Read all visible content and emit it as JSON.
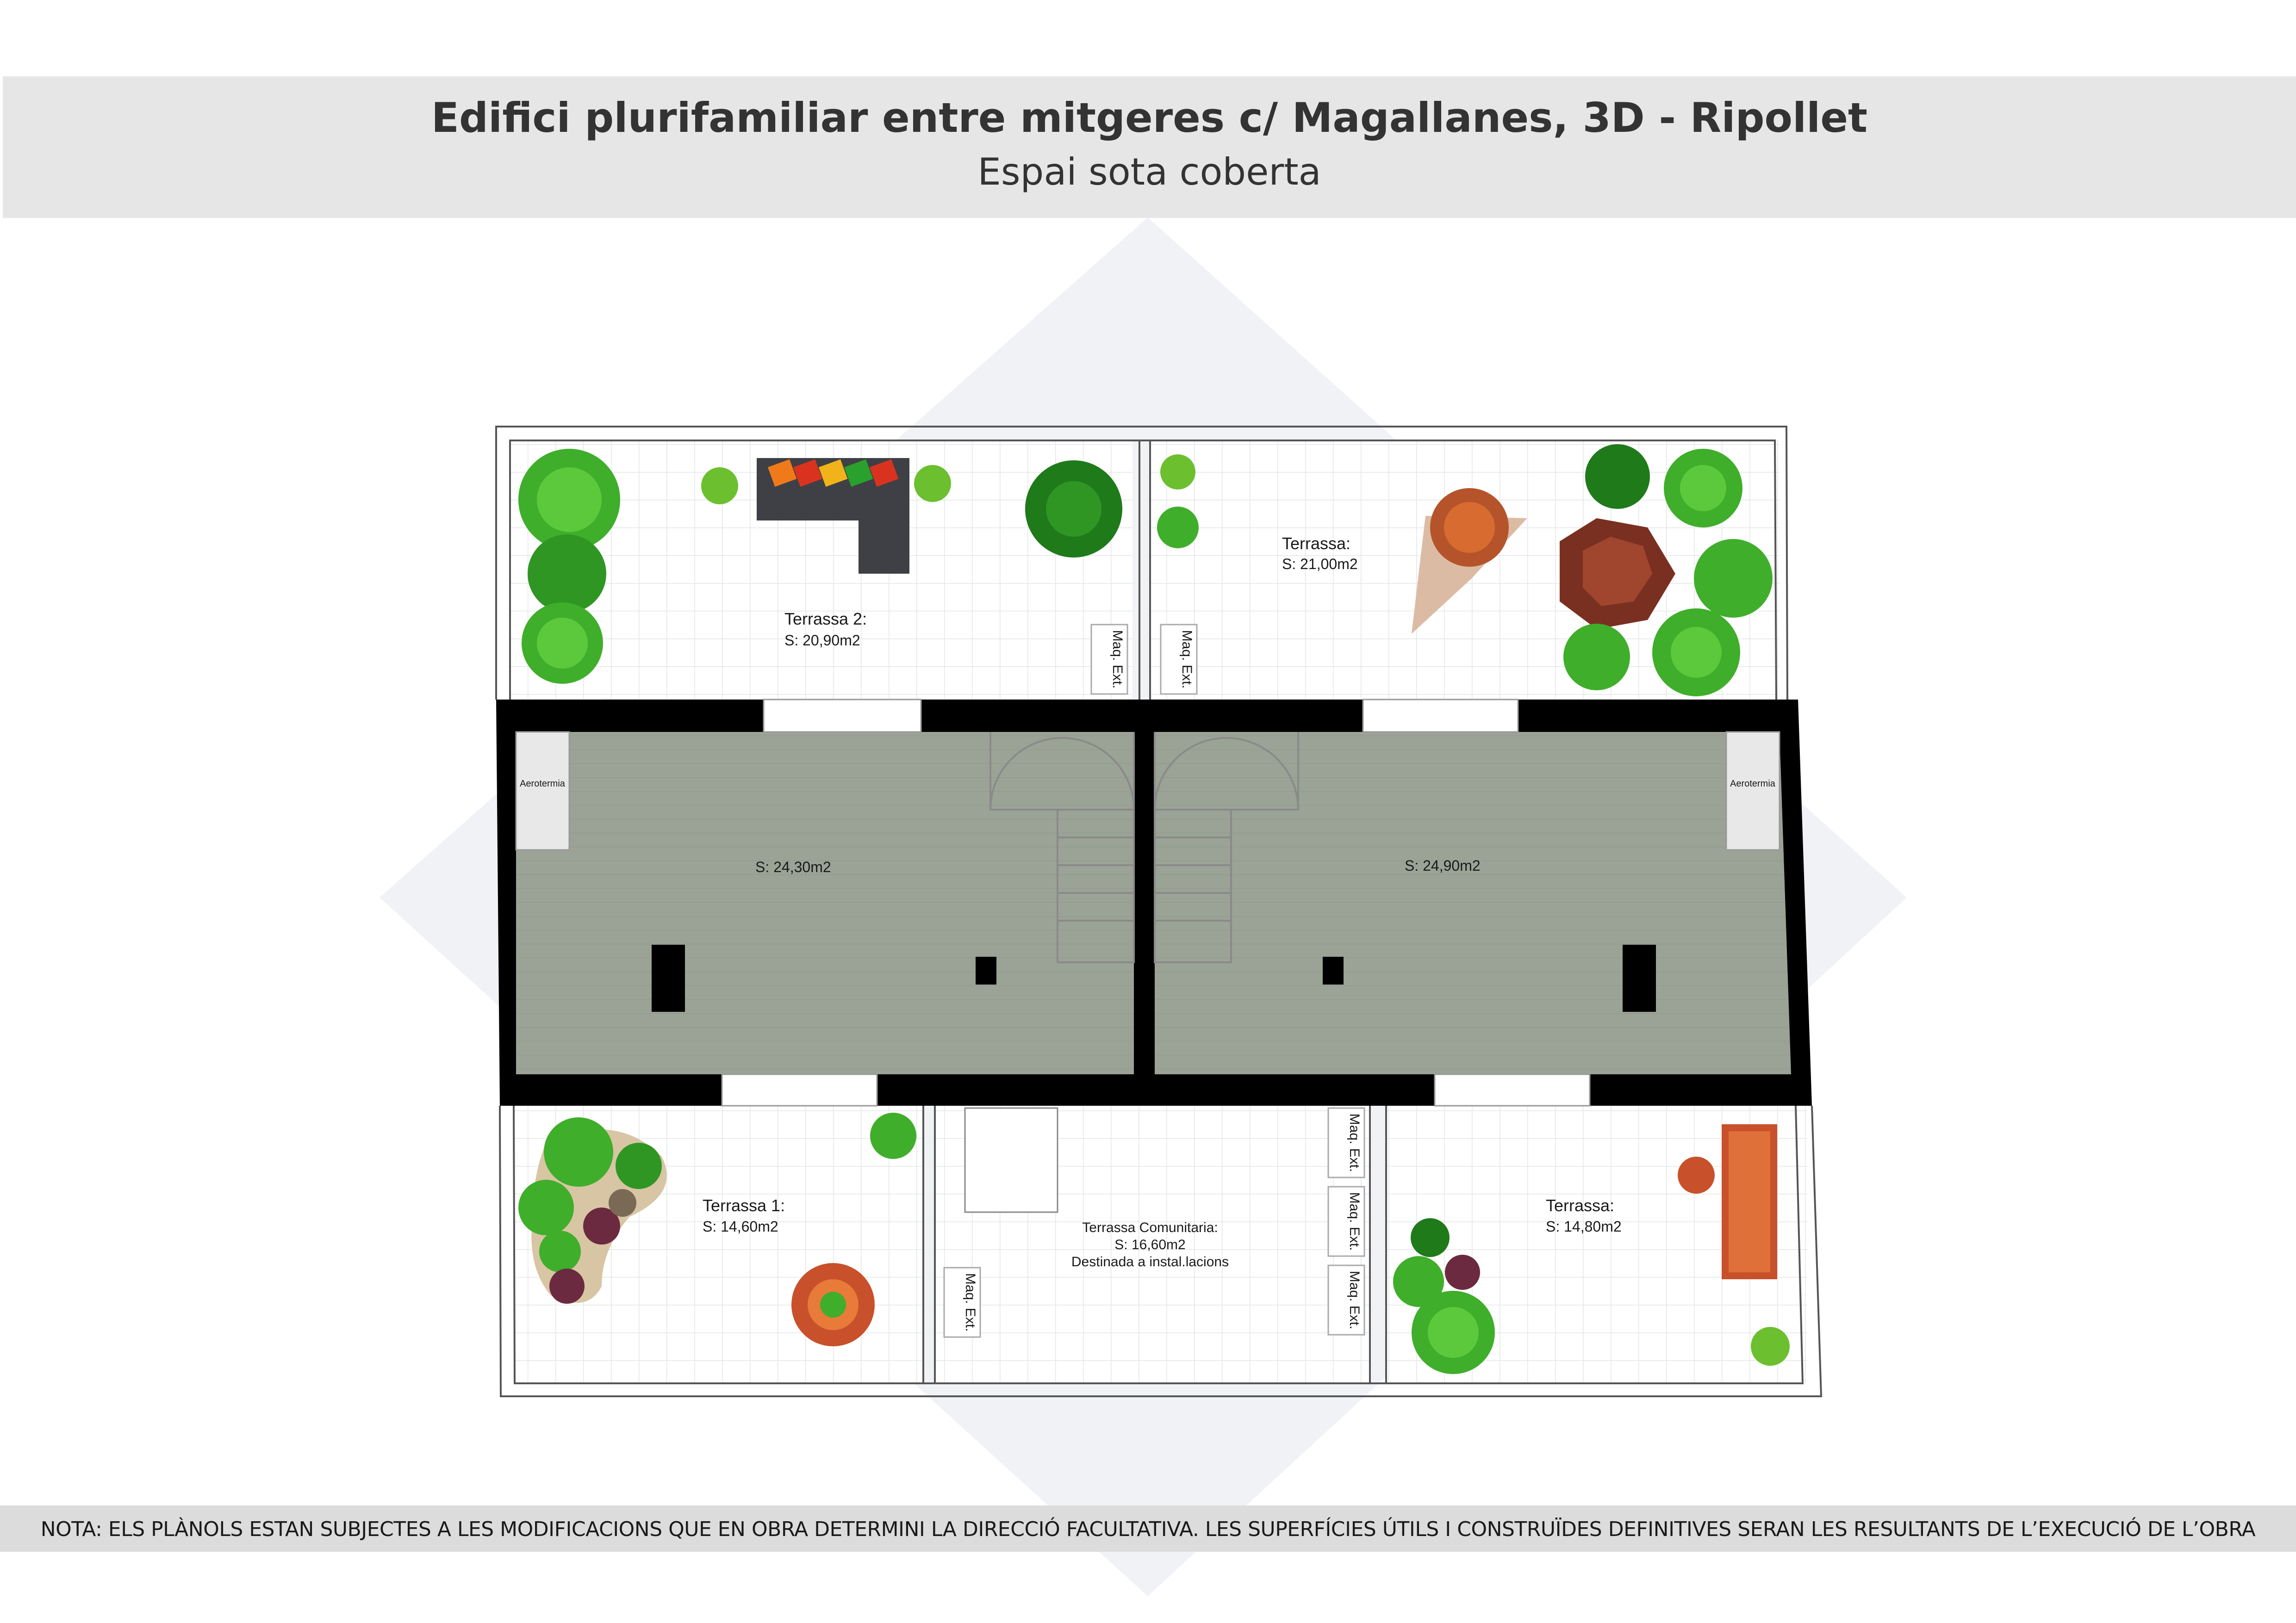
{
  "header": {
    "title": "Edifici plurifamiliar entre mitgeres c/ Magallanes, 3D - Ripollet",
    "subtitle": "Espai sota coberta"
  },
  "footer": {
    "note": "NOTA: ELS PLÀNOLS ESTAN SUBJECTES A LES MODIFICACIONS QUE EN OBRA DETERMINI LA DIRECCIÓ FACULTATIVA. LES SUPERFÍCIES ÚTILS I CONSTRUÏDES DEFINITIVES SERAN LES RESULTANTS DE L’EXECUCIÓ DE L’OBRA"
  },
  "rooms": {
    "terrassa2": {
      "name": "Terrassa 2:",
      "area": "S: 20,90m2"
    },
    "terrassa_top_right": {
      "name": "Terrassa:",
      "area": "S: 21,00m2"
    },
    "interior_left": {
      "area": "S: 24,30m2",
      "equipment": "Aerotermia"
    },
    "interior_right": {
      "area": "S: 24,90m2",
      "equipment": "Aerotermia"
    },
    "terrassa1": {
      "name": "Terrassa 1:",
      "area": "S: 14,60m2"
    },
    "terrassa_comunitaria": {
      "name": "Terrassa Comunitaria:",
      "area": "S: 16,60m2",
      "use": "Destinada a instal.lacions"
    },
    "terrassa_bottom_right": {
      "name": "Terrassa:",
      "area": "S: 14,80m2"
    }
  },
  "units": {
    "label": "Maq. Ext."
  },
  "colors": {
    "wall": "#000000",
    "interior_floor": "#9aa395",
    "terrace_grid": "#e3e6ea",
    "plant": "#3fae2a",
    "sofa": "#3f4045",
    "wood": "#c8502a"
  }
}
